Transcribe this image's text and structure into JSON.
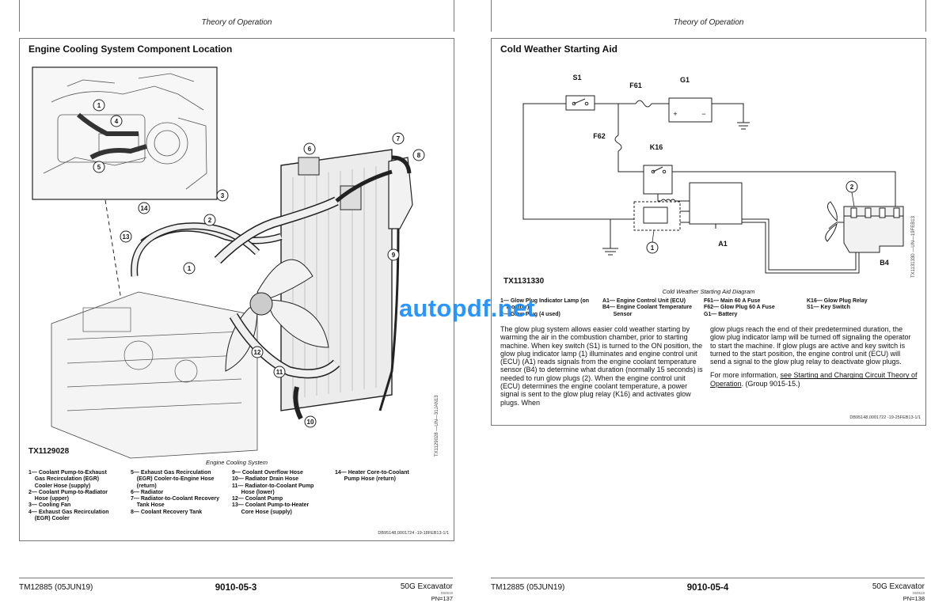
{
  "left_page": {
    "running_head": "Theory of Operation",
    "section_title": "Engine Cooling System Component Location",
    "figure_id": "TX1129028",
    "figure_caption": "Engine Cooling System",
    "side_code": "TX1129028 —UN—31JAN13",
    "callouts": [
      "1",
      "2",
      "3",
      "4",
      "5",
      "6",
      "7",
      "8",
      "9",
      "10",
      "11",
      "12",
      "13",
      "14",
      "1"
    ],
    "legend_columns": [
      [
        "1— Coolant Pump-to-Exhaust",
        "    Gas Recirculation (EGR)",
        "    Cooler Hose (supply)",
        "2— Coolant Pump-to-Radiator",
        "    Hose (upper)",
        "3— Cooling Fan",
        "4— Exhaust Gas Recirculation",
        "    (EGR) Cooler"
      ],
      [
        "5— Exhaust Gas Recirculation",
        "    (EGR) Cooler-to-Engine Hose",
        "    (return)",
        "6— Radiator",
        "7— Radiator-to-Coolant Recovery",
        "    Tank Hose",
        "8— Coolant Recovery Tank"
      ],
      [
        "9— Coolant Overflow Hose",
        "10— Radiator Drain Hose",
        "11— Radiator-to-Coolant Pump",
        "      Hose (lower)",
        "12— Coolant Pump",
        "13— Coolant Pump-to-Heater",
        "      Core Hose (supply)"
      ],
      [
        "14— Heater Core-to-Coolant",
        "      Pump Hose (return)"
      ]
    ],
    "doc_ref": "DB95148,0001724 -19-18FEB13-1/1",
    "footer": {
      "manual": "TM12885 (05JUN19)",
      "page_number": "9010-05-3",
      "model": "50G Excavator",
      "small_code": "060519",
      "pn": "PN=137"
    }
  },
  "right_page": {
    "running_head": "Theory of Operation",
    "section_title": "Cold Weather Starting Aid",
    "figure_id": "TX1131330",
    "figure_caption": "Cold Weather Starting Aid Diagram",
    "side_code": "TX1131330 —UN—19FEB13",
    "diagram_labels": {
      "s1": "S1",
      "f61": "F61",
      "g1": "G1",
      "f62": "F62",
      "k16": "K16",
      "a1": "A1",
      "b4": "B4",
      "plug_callout": "2",
      "lamp_callout": "1",
      "plus": "+",
      "minus": "−"
    },
    "legend_columns": [
      [
        "1— Glow Plug Indicator Lamp (on",
        "    monitor)",
        "2— Glow Plug (4 used)"
      ],
      [
        "A1— Engine Control Unit (ECU)",
        "B4— Engine Coolant Temperature",
        "       Sensor"
      ],
      [
        "F61— Main 60 A Fuse",
        "F62— Glow Plug 60 A Fuse",
        "G1— Battery"
      ],
      [
        "K16— Glow Plug Relay",
        "S1— Key Switch"
      ]
    ],
    "body_left": "The glow plug system allows easier cold weather starting by warming the air in the combustion chamber, prior to starting machine. When key switch (S1) is turned to the ON position, the glow plug indicator lamp (1) illuminates and engine control unit (ECU) (A1) reads signals from the engine coolant temperature sensor (B4) to determine what duration (normally 15 seconds) is needed to run glow plugs (2). When the engine control unit (ECU) determines the engine coolant temperature, a power signal is sent to the glow plug relay (K16) and activates glow plugs. When",
    "body_right_p1": "glow plugs reach the end of their predetermined duration, the glow plug indicator lamp will be turned off signaling the operator to start the machine. If glow plugs are active and key switch is turned to the start position, the engine control unit (ECU) will send a signal to the glow plug relay to deactivate glow plugs.",
    "body_right_p2_prefix": "For more information, ",
    "body_right_p2_link": "see Starting and Charging Circuit Theory of Operation",
    "body_right_p2_suffix": ". (Group 9015-15.)",
    "doc_ref": "DB95148,0001722 -19-25FEB13-1/1",
    "footer": {
      "manual": "TM12885 (05JUN19)",
      "page_number": "9010-05-4",
      "model": "50G Excavator",
      "small_code": "060519",
      "pn": "PN=138"
    }
  },
  "watermark": "autopdf.net",
  "colors": {
    "watermark": "#1e90ff",
    "rule": "#777777",
    "text": "#111111"
  }
}
